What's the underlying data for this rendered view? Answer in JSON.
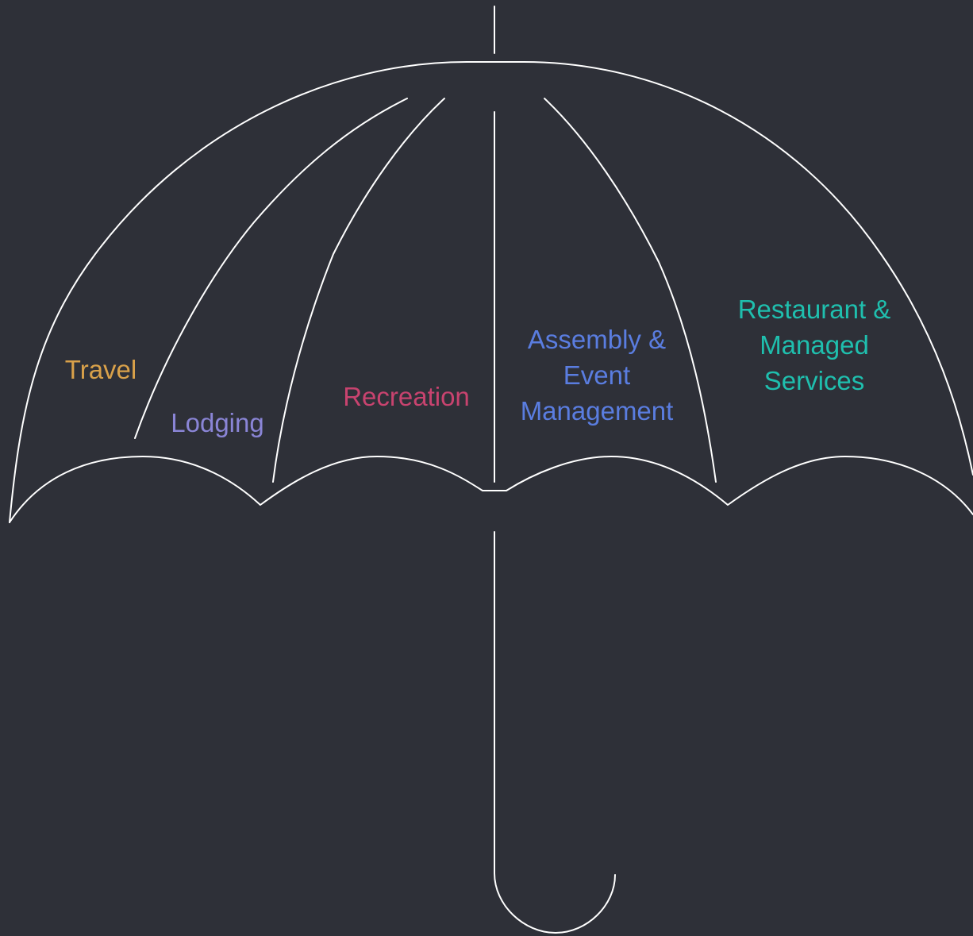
{
  "segments": [
    {
      "id": "travel",
      "label": "Travel",
      "color": "#d9a14a"
    },
    {
      "id": "lodging",
      "label": "Lodging",
      "color": "#8a85d6"
    },
    {
      "id": "recreation",
      "label": "Recreation",
      "color": "#c8436f"
    },
    {
      "id": "assembly",
      "label": "Assembly &\nEvent\nManagement",
      "color": "#5a7de0"
    },
    {
      "id": "restaurant",
      "label": "Restaurant &\nManaged\nServices",
      "color": "#1fbfae"
    }
  ],
  "stroke_color": "#ffffff",
  "background_color": "#2e3038"
}
